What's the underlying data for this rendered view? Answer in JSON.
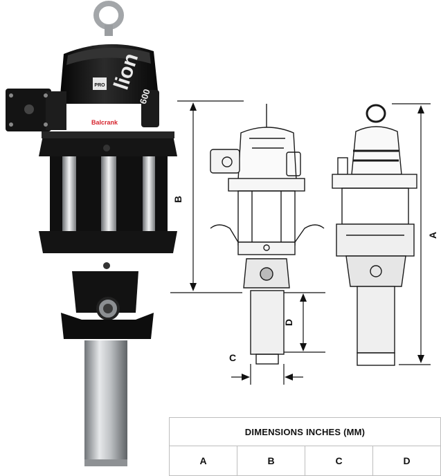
{
  "product": {
    "badge_brand": "PRO",
    "model_name": "lion",
    "model_number": "600",
    "maker_mark": "Balcrank"
  },
  "dimension_labels": {
    "a": "A",
    "b": "B",
    "c": "C",
    "d": "D"
  },
  "table": {
    "caption": "DIMENSIONS INCHES (MM)",
    "columns": [
      "A",
      "B",
      "C",
      "D"
    ]
  },
  "colors": {
    "pump_body": "#111111",
    "chrome": "#b9bcbf",
    "line_art": "#1a1a1a",
    "accent_red": "#c1272d"
  }
}
